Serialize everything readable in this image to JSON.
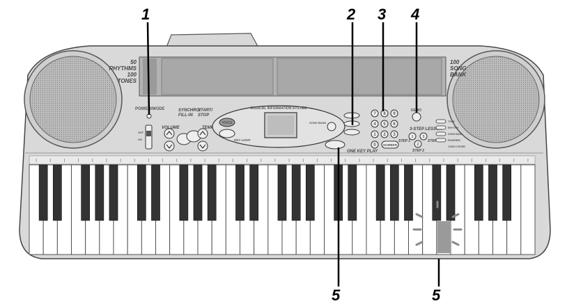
{
  "panel": {
    "rhythms_count": "50",
    "rhythms_label": "RHYTHMS",
    "tones_count": "100",
    "tones_label": "TONES",
    "songs_count": "100",
    "songs_label1": "SONG",
    "songs_label2": "BANK",
    "power_mode": "POWER/MODE",
    "volume": "VOLUME",
    "synchro_fill": "SYNCHRO/",
    "fill_in": "FILL-IN",
    "start_stop": "START/",
    "stop": "STOP",
    "tempo": "TEMPO",
    "voice": "VOICE",
    "key_light": "KEY LIGHT",
    "mis_title": "MUSICAL INFORMATION SYSTEM",
    "song_bank_small": "SONG BANK",
    "one_key_play": "ONE KEY PLAY",
    "number": "NUMBER",
    "demo": "DEMO",
    "lesson": "3-STEP LESSON",
    "step1": "STEP 1",
    "step2": "STEP 2",
    "step3": "STEP 3",
    "keypad": [
      "7",
      "8",
      "9",
      "4",
      "5",
      "6",
      "1",
      "2",
      "3",
      "0"
    ],
    "lesson_nums": [
      "1",
      "2",
      "3"
    ],
    "mode_switch_pos": [
      "OFF",
      "ON"
    ],
    "right_labels": [
      "TONE",
      "RHYTHM",
      "SONG BANK",
      "FINGERED",
      "CASIO CHORD"
    ]
  },
  "callouts": [
    {
      "id": "1",
      "label": "1"
    },
    {
      "id": "2",
      "label": "2"
    },
    {
      "id": "3",
      "label": "3"
    },
    {
      "id": "4",
      "label": "4"
    },
    {
      "id": "5a",
      "label": "5"
    },
    {
      "id": "5b",
      "label": "5"
    }
  ],
  "keyboard": {
    "white_key_count": 36
  }
}
